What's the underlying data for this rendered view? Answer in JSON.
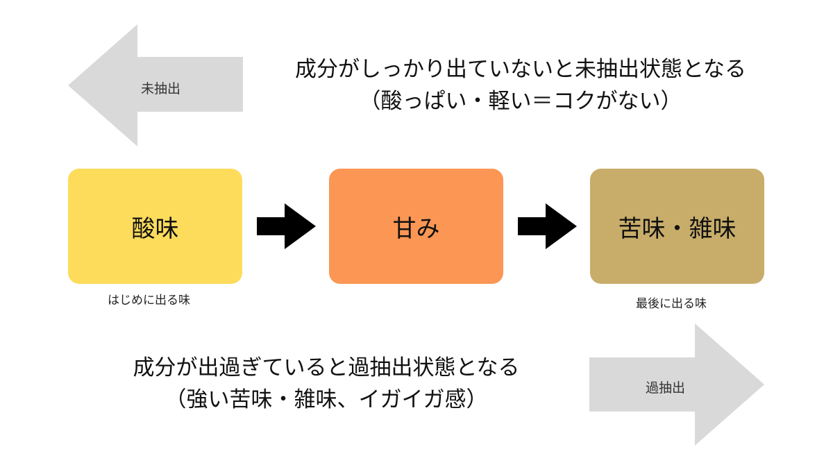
{
  "under_extraction": {
    "arrow_label": "未抽出",
    "caption_line1": "成分がしっかり出ていないと未抽出状態となる",
    "caption_line2": "（酸っぱい・軽い＝コクがない）"
  },
  "stages": [
    {
      "label": "酸味",
      "note": "はじめに出る味",
      "color": "#fddc5c"
    },
    {
      "label": "甘み",
      "note": "",
      "color": "#fb9654"
    },
    {
      "label": "苦味・雑味",
      "note": "最後に出る味",
      "color": "#c8ad6a"
    }
  ],
  "over_extraction": {
    "arrow_label": "過抽出",
    "caption_line1": "成分が出過ぎていると過抽出状態となる",
    "caption_line2": "（強い苦味・雑味、イガイガ感）"
  },
  "colors": {
    "big_arrow": "#d9d9d9",
    "flow_arrow": "#000000"
  }
}
